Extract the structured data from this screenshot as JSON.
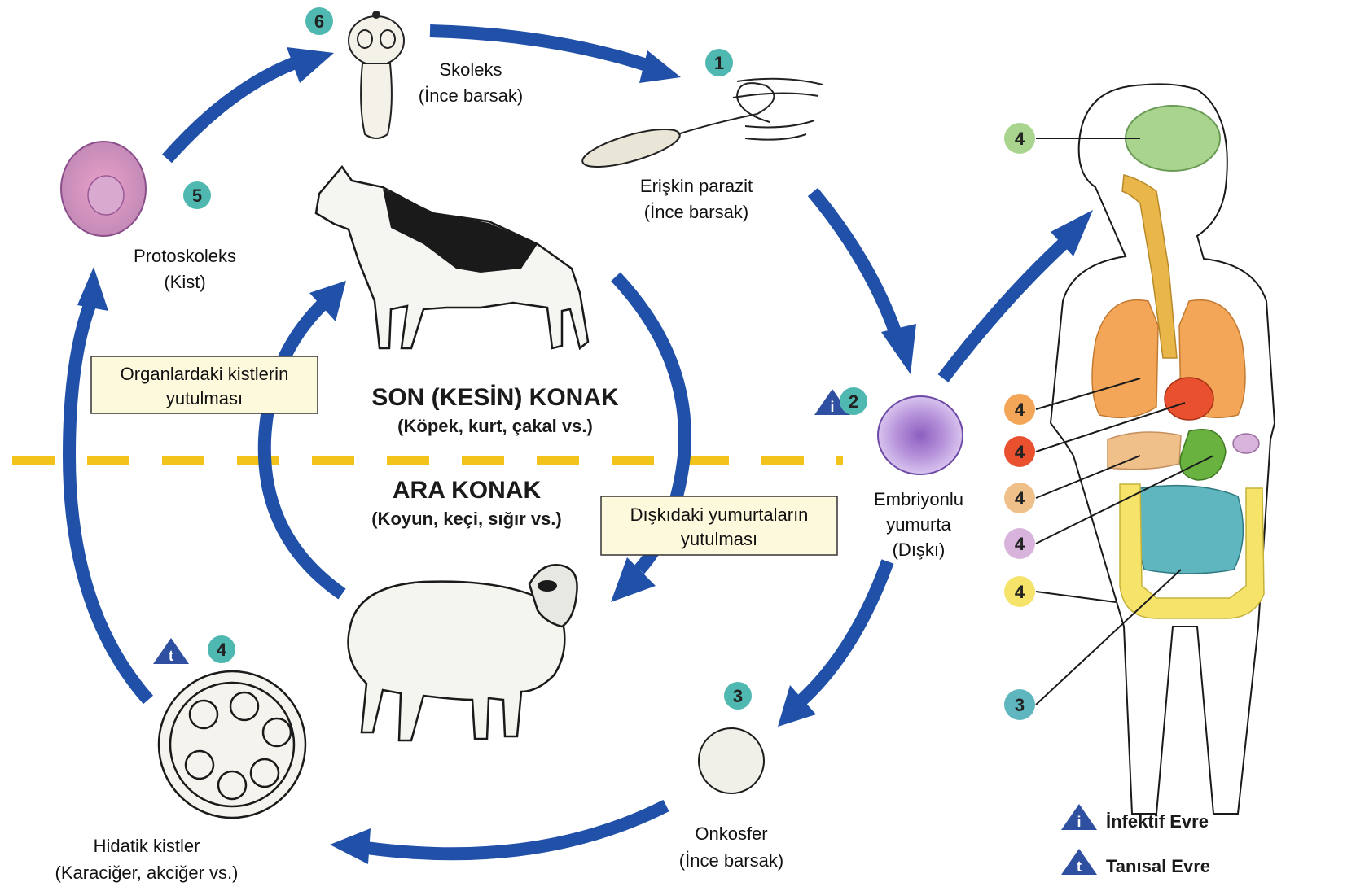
{
  "stages": {
    "s1": {
      "num": "1",
      "title": "Erişkin parazit",
      "sub": "(İnce barsak)"
    },
    "s2": {
      "num": "2",
      "title": "Embriyonlu",
      "title2": "yumurta",
      "sub": "(Dışkı)"
    },
    "s3": {
      "num": "3",
      "title": "Onkosfer",
      "sub": "(İnce barsak)"
    },
    "s4": {
      "num": "4",
      "title": "Hidatik kistler",
      "sub": "(Karaciğer, akciğer vs.)"
    },
    "s5": {
      "num": "5",
      "title": "Protoskoleks",
      "sub": "(Kist)"
    },
    "s6": {
      "num": "6",
      "title": "Skoleks",
      "sub": "(İnce barsak)"
    }
  },
  "hosts": {
    "definitive": {
      "title": "SON (KESİN) KONAK",
      "sub": "(Köpek, kurt, çakal vs.)"
    },
    "intermediate": {
      "title": "ARA KONAK",
      "sub": "(Koyun, keçi, sığır vs.)"
    }
  },
  "boxes": {
    "cysts_line1": "Organlardaki kistlerin",
    "cysts_line2": "yutulması",
    "eggs_line1": "Dışkıdaki yumurtaların",
    "eggs_line2": "yutulması"
  },
  "stage_badges": {
    "infective": "i",
    "diagnostic": "t"
  },
  "body_markers": [
    "4",
    "4",
    "4",
    "4",
    "4",
    "4",
    "3"
  ],
  "legend": {
    "infective": {
      "symbol": "i",
      "label": "İnfektif Evre"
    },
    "diagnostic": {
      "symbol": "t",
      "label": "Tanısal Evre"
    }
  },
  "colors": {
    "arrow": "#2050a8",
    "dashed_line": "#f2c31b",
    "box_fill": "#fdf9dc",
    "number_badge": "#4fb8b0"
  }
}
